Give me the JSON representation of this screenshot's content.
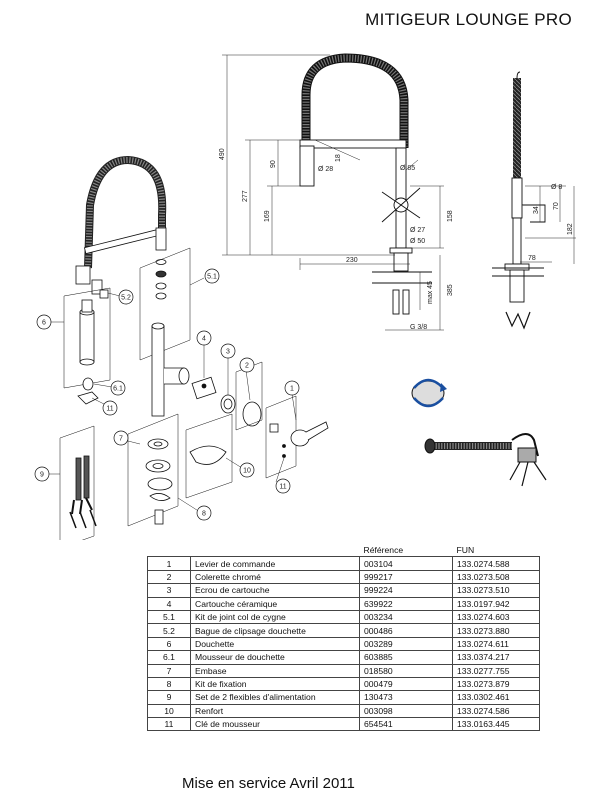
{
  "title": "MITIGEUR LOUNGE PRO",
  "footer": "Mise en service Avril 2011",
  "dimensions": {
    "height_total": "490",
    "spout_rise": "90",
    "spout_offset": "18",
    "spout_dia": "Ø 28",
    "lever_dia": "Ø 85",
    "height_277": "277",
    "height_169": "169",
    "height_158": "158",
    "body_dia": "Ø 27",
    "base_dia": "Ø 50",
    "reach": "230",
    "max_thickness": "max 45",
    "hose_len": "385",
    "thread": "G 3/8",
    "side_dia": "Ø 8",
    "side_34": "34",
    "side_70": "70",
    "side_182": "182",
    "side_78": "78"
  },
  "callouts": [
    "1",
    "2",
    "3",
    "4",
    "5.1",
    "5.2",
    "6",
    "6.1",
    "7",
    "8",
    "9",
    "10",
    "11",
    "11"
  ],
  "table": {
    "headers": {
      "ref": "Référence",
      "fun": "FUN"
    },
    "rows": [
      {
        "num": "1",
        "desc": "Levier de commande",
        "ref": "003104",
        "fun": "133.0274.588"
      },
      {
        "num": "2",
        "desc": "Colerette chromé",
        "ref": "999217",
        "fun": "133.0273.508"
      },
      {
        "num": "3",
        "desc": "Ecrou de cartouche",
        "ref": "999224",
        "fun": "133.0273.510"
      },
      {
        "num": "4",
        "desc": "Cartouche céramique",
        "ref": "639922",
        "fun": "133.0197.942"
      },
      {
        "num": "5.1",
        "desc": "Kit de joint col de cygne",
        "ref": "003234",
        "fun": "133.0274.603"
      },
      {
        "num": "5.2",
        "desc": "Bague de clipsage douchette",
        "ref": "000486",
        "fun": "133.0273.880"
      },
      {
        "num": "6",
        "desc": "Douchette",
        "ref": "003289",
        "fun": "133.0274.611"
      },
      {
        "num": "6.1",
        "desc": "Mousseur de douchette",
        "ref": "603885",
        "fun": "133.0374.217"
      },
      {
        "num": "7",
        "desc": "Embase",
        "ref": "018580",
        "fun": "133.0277.755"
      },
      {
        "num": "8",
        "desc": "Kit de fixation",
        "ref": "000479",
        "fun": "133.0273.879"
      },
      {
        "num": "9",
        "desc": "Set de 2 flexibles d'alimentation",
        "ref": "130473",
        "fun": "133.0302.461"
      },
      {
        "num": "10",
        "desc": "Renfort",
        "ref": "003098",
        "fun": "133.0274.586"
      },
      {
        "num": "11",
        "desc": "Clé de mousseur",
        "ref": "654541",
        "fun": "133.0163.445"
      }
    ]
  }
}
